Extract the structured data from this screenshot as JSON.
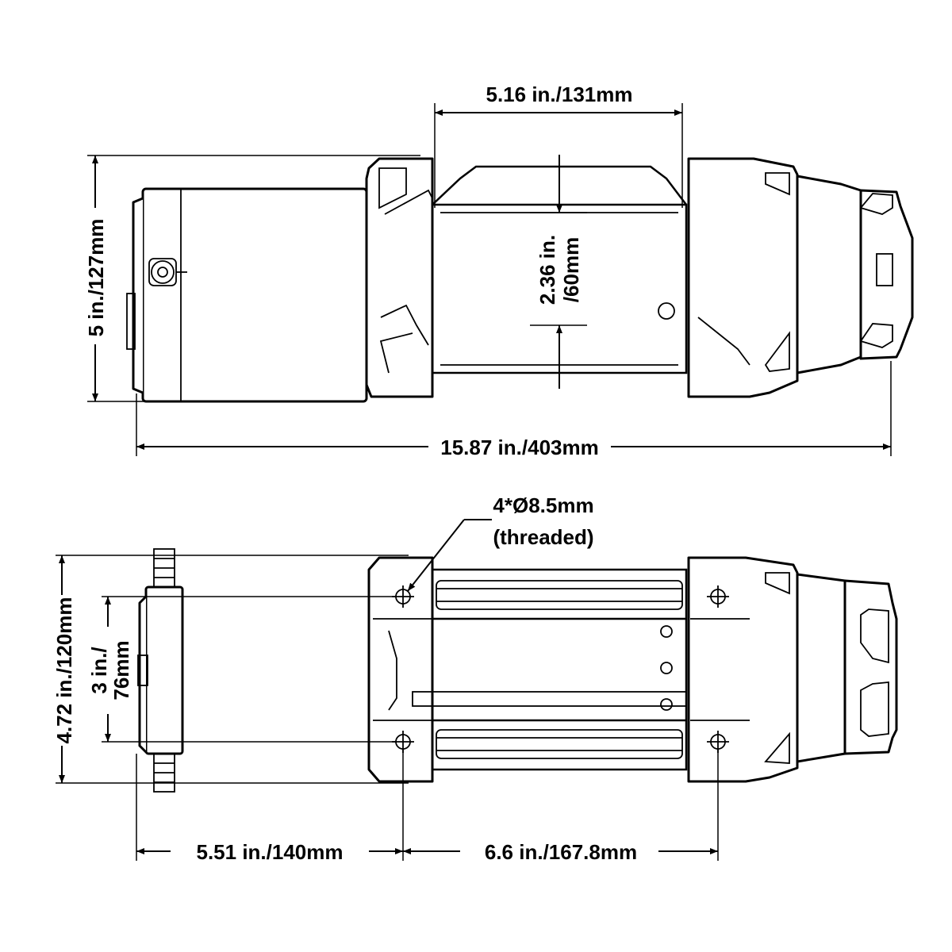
{
  "diagram": {
    "top_view": {
      "drum_width": "5.16 in./131mm",
      "drum_diameter_line1": "2.36 in.",
      "drum_diameter_line2": "/60mm",
      "height": "5 in./127mm",
      "overall_length": "15.87 in./403mm"
    },
    "bottom_view": {
      "holes_line1": "4*Ø8.5mm",
      "holes_line2": "(threaded)",
      "width": "4.72 in./120mm",
      "mount_spacing_line1": "3 in./",
      "mount_spacing_line2": "76mm",
      "motor_offset": "5.51 in./140mm",
      "mount_length": "6.6 in./167.8mm"
    }
  }
}
